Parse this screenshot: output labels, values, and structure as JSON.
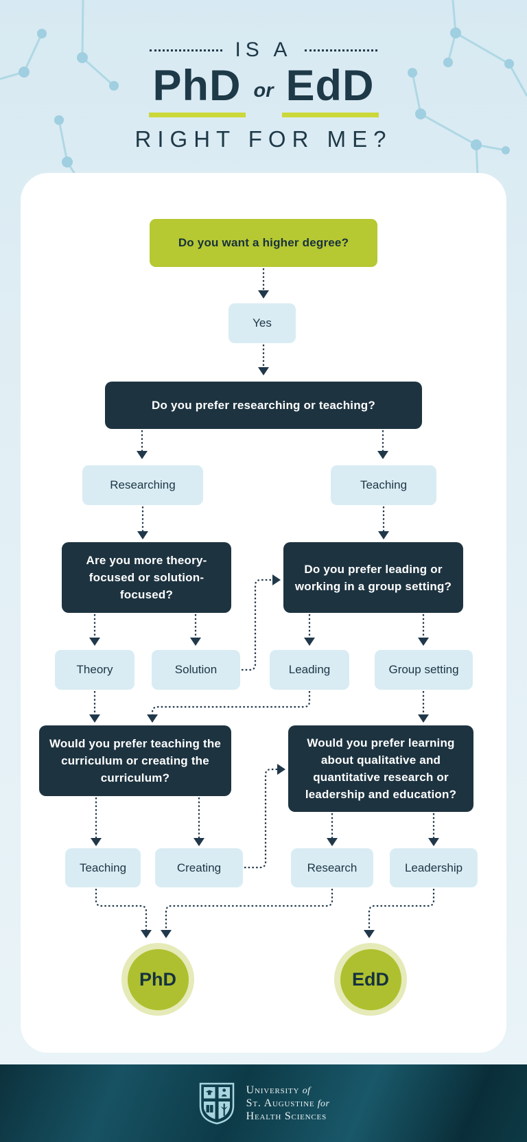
{
  "header": {
    "kicker": "IS A",
    "title_left": "PhD",
    "title_conjunction": "or",
    "title_right": "EdD",
    "subtitle": "RIGHT FOR ME?"
  },
  "flowchart": {
    "q_degree": "Do you want a higher degree?",
    "a_yes": "Yes",
    "q_research_teach": "Do you prefer researching or teaching?",
    "a_researching": "Researching",
    "a_teaching": "Teaching",
    "q_theory_solution": "Are you more theory-focused or solution-focused?",
    "q_leading_group": "Do you prefer leading or working in a group setting?",
    "a_theory": "Theory",
    "a_solution": "Solution",
    "a_leading": "Leading",
    "a_group": "Group setting",
    "q_curriculum": "Would you prefer teaching the curriculum or creating the curriculum?",
    "q_learning": "Would you prefer learning about qualitative and quantitative research or leadership and education?",
    "a_teaching2": "Teaching",
    "a_creating": "Creating",
    "a_research": "Research",
    "a_leadership": "Leadership",
    "result_phd": "PhD",
    "result_edd": "EdD"
  },
  "edges": [
    {
      "from": "q_degree",
      "to": "a_yes"
    },
    {
      "from": "a_yes",
      "to": "q_research_teach"
    },
    {
      "from": "q_research_teach",
      "to": "a_researching"
    },
    {
      "from": "q_research_teach",
      "to": "a_teaching"
    },
    {
      "from": "a_researching",
      "to": "q_theory_solution"
    },
    {
      "from": "a_teaching",
      "to": "q_leading_group"
    },
    {
      "from": "q_theory_solution",
      "to": "a_theory"
    },
    {
      "from": "q_theory_solution",
      "to": "a_solution"
    },
    {
      "from": "a_solution",
      "to": "q_leading_group"
    },
    {
      "from": "q_leading_group",
      "to": "a_leading"
    },
    {
      "from": "q_leading_group",
      "to": "a_group"
    },
    {
      "from": "a_theory",
      "to": "q_curriculum"
    },
    {
      "from": "a_leading",
      "to": "q_curriculum"
    },
    {
      "from": "a_group",
      "to": "q_learning"
    },
    {
      "from": "q_curriculum",
      "to": "a_teaching2"
    },
    {
      "from": "q_curriculum",
      "to": "a_creating"
    },
    {
      "from": "a_creating",
      "to": "q_learning"
    },
    {
      "from": "q_learning",
      "to": "a_research"
    },
    {
      "from": "q_learning",
      "to": "a_leadership"
    },
    {
      "from": "a_teaching2",
      "to": "result_phd"
    },
    {
      "from": "a_research",
      "to": "result_phd"
    },
    {
      "from": "a_leadership",
      "to": "result_edd"
    }
  ],
  "footer": {
    "line1_caps": "University",
    "line1_italic": "of",
    "line2_caps": "St. Augustine",
    "line2_italic": "for",
    "line3_caps": "Health Sciences"
  },
  "colors": {
    "accent_green": "#b6c832",
    "underline_green": "#ccd83a",
    "navy_box": "#1d3340",
    "navy_text": "#1e3947",
    "answer_blue": "#d9ecf3",
    "result_inner": "#aec02f",
    "result_ring": "#e5eab8",
    "footer_teal": "#0d3a47",
    "constellation_blue": "#a7d4e3"
  }
}
